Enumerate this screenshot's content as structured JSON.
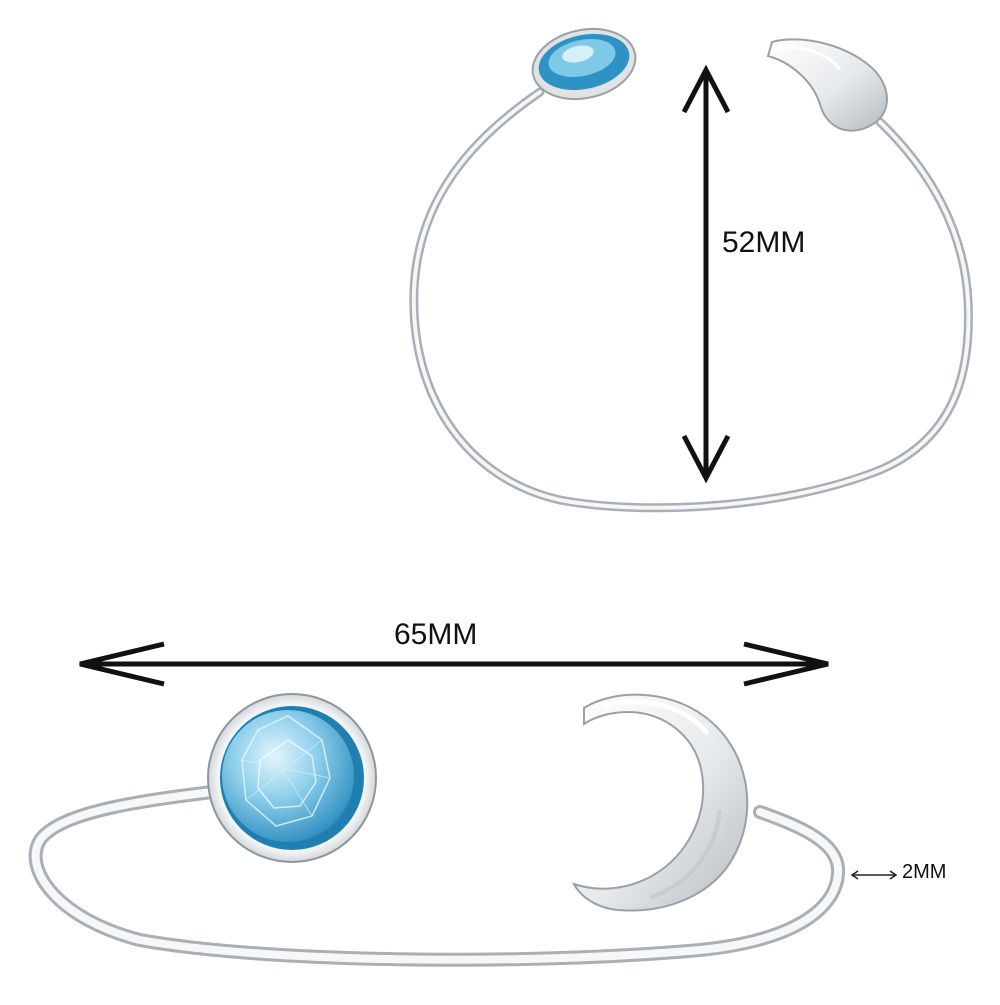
{
  "dimensions": {
    "height_label": "52MM",
    "width_label": "65MM",
    "thickness_label": "2MM"
  },
  "colors": {
    "background": "#ffffff",
    "silver": "#d9dde0",
    "silver_highlight": "#ffffff",
    "silver_shadow": "#a9afb4",
    "gem": "#5fb6dc",
    "gem_light": "#bfe6f6",
    "gem_dark": "#1f7fb0",
    "arrow": "#111111"
  },
  "icons": [
    "topaz-gem",
    "crescent-moon",
    "dimension-arrow"
  ]
}
